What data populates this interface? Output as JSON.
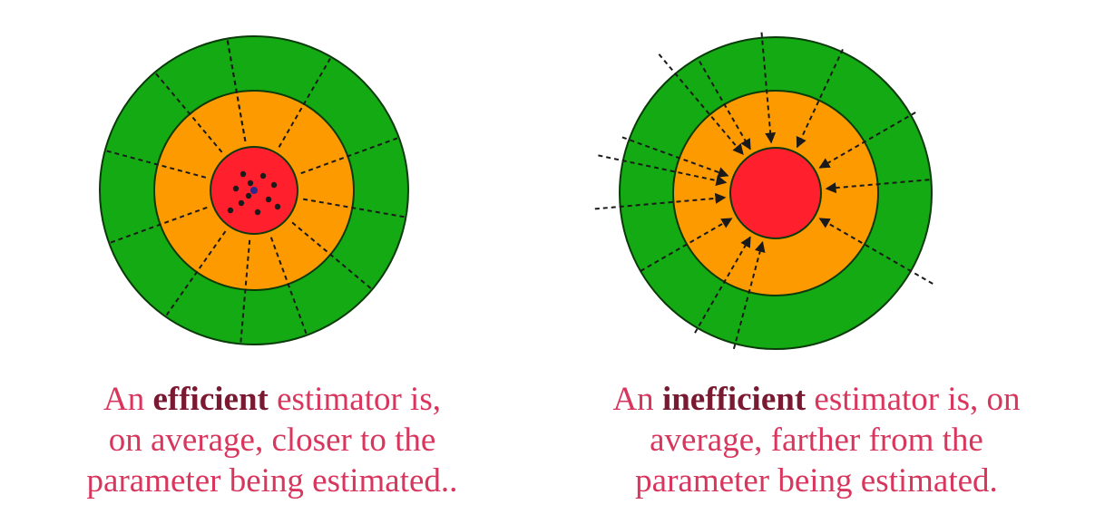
{
  "colors": {
    "outer_ring": "#13aa13",
    "middle_ring": "#fd9a00",
    "bullseye": "#ff1f2d",
    "arrow": "#1a1a1a",
    "caption_text": "#d9365e",
    "caption_bold": "#7a1a32"
  },
  "efficient": {
    "caption": {
      "line1_pre": "An ",
      "line1_bold": "efficient",
      "line1_post": " estimator is,",
      "line2": "on average, closer to the",
      "line3": "parameter being estimated.."
    }
  },
  "inefficient": {
    "caption": {
      "line1_pre": "An ",
      "line1_bold": "inefficient",
      "line1_post": " estimator is, on",
      "line2": "average, farther from the",
      "line3": "parameter being estimated."
    }
  }
}
